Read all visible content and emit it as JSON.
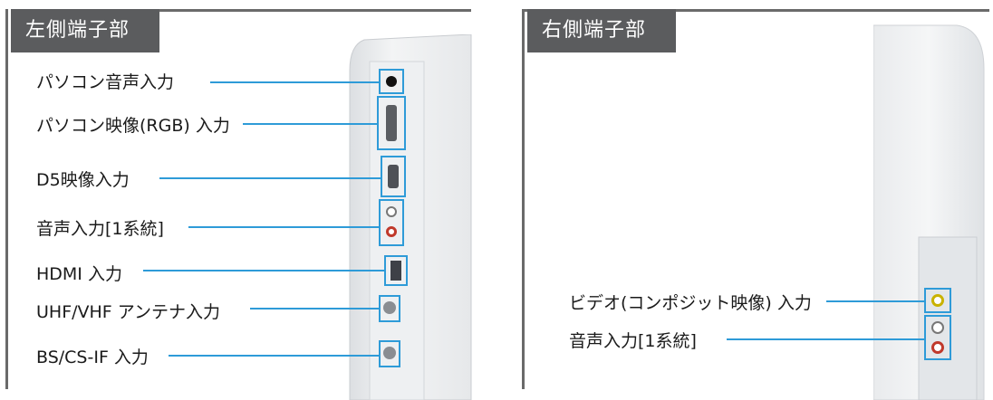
{
  "left": {
    "title": "左側端子部",
    "labels": [
      "パソコン音声入力",
      "パソコン映像(RGB) 入力",
      "D5映像入力",
      "音声入力[1系統]",
      "HDMI 入力",
      "UHF/VHF アンテナ入力",
      "BS/CS-IF 入力"
    ]
  },
  "right": {
    "title": "右側端子部",
    "labels": [
      "ビデオ(コンポジット映像) 入力",
      "音声入力[1系統]"
    ]
  },
  "colors": {
    "accent": "#2e9bd8",
    "tag_bg": "#5b5c5e",
    "audio_red": "#c0392b",
    "video_yellow": "#c9b200"
  }
}
